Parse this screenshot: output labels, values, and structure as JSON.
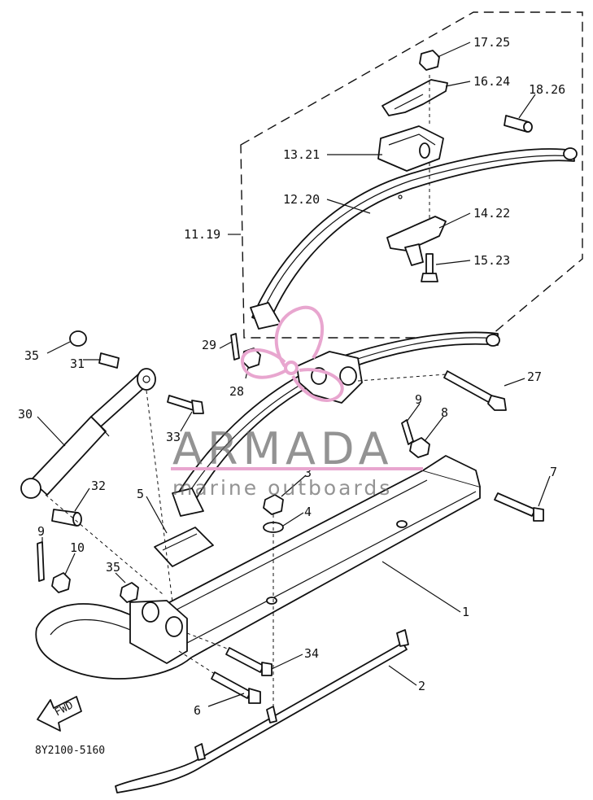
{
  "diagram": {
    "part_code": "8Y2100-5160",
    "fwd_label": "FWD",
    "callouts": [
      {
        "id": "c-17-25",
        "text": "17.25"
      },
      {
        "id": "c-16-24",
        "text": "16.24"
      },
      {
        "id": "c-18-26",
        "text": "18.26"
      },
      {
        "id": "c-13-21",
        "text": "13.21"
      },
      {
        "id": "c-12-20",
        "text": "12.20"
      },
      {
        "id": "c-11-19",
        "text": "11.19"
      },
      {
        "id": "c-14-22",
        "text": "14.22"
      },
      {
        "id": "c-15-23",
        "text": "15.23"
      },
      {
        "id": "c-35a",
        "text": "35"
      },
      {
        "id": "c-31",
        "text": "31"
      },
      {
        "id": "c-29",
        "text": "29"
      },
      {
        "id": "c-28",
        "text": "28"
      },
      {
        "id": "c-27",
        "text": "27"
      },
      {
        "id": "c-30",
        "text": "30"
      },
      {
        "id": "c-33",
        "text": "33"
      },
      {
        "id": "c-9a",
        "text": "9"
      },
      {
        "id": "c-8",
        "text": "8"
      },
      {
        "id": "c-32",
        "text": "32"
      },
      {
        "id": "c-3",
        "text": "3"
      },
      {
        "id": "c-7",
        "text": "7"
      },
      {
        "id": "c-5",
        "text": "5"
      },
      {
        "id": "c-4",
        "text": "4"
      },
      {
        "id": "c-9b",
        "text": "9"
      },
      {
        "id": "c-10",
        "text": "10"
      },
      {
        "id": "c-35b",
        "text": "35"
      },
      {
        "id": "c-1",
        "text": "1"
      },
      {
        "id": "c-34",
        "text": "34"
      },
      {
        "id": "c-2",
        "text": "2"
      },
      {
        "id": "c-6",
        "text": "6"
      }
    ]
  },
  "watermark": {
    "brand": "ARMADA",
    "tagline": "marine outboards",
    "logo_color": "#e8a6cf",
    "text_color": "#6a6a6a"
  }
}
